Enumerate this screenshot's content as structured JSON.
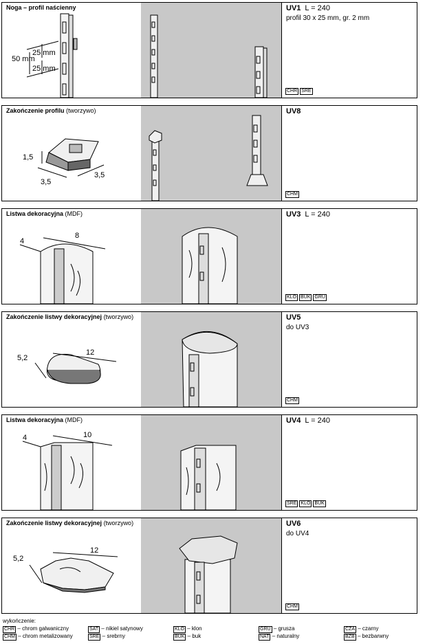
{
  "panels": [
    {
      "title_bold": "Noga – profil naścienny",
      "title_rest": "",
      "code": "UV1",
      "length": "L = 240",
      "desc": "profil 30 x 25 mm, gr. 2 mm",
      "badges": [
        "CHR",
        "SRE"
      ],
      "dims": {
        "d1": "25 mm",
        "d2": "50 mm",
        "d3": "25 mm"
      }
    },
    {
      "title_bold": "Zakończenie profilu",
      "title_rest": " (tworzywo)",
      "code": "UV8",
      "length": "",
      "desc": "",
      "badges": [
        "CHM"
      ],
      "dims": {
        "d1": "1,5",
        "d2": "3,5",
        "d3": "3,5"
      }
    },
    {
      "title_bold": "Listwa dekoracyjna",
      "title_rest": " (MDF)",
      "code": "UV3",
      "length": "L = 240",
      "desc": "",
      "badges": [
        "KLO",
        "BUK",
        "GRU"
      ],
      "dims": {
        "d1": "4",
        "d2": "8"
      }
    },
    {
      "title_bold": "Zakończenie listwy dekoracyjnej",
      "title_rest": " (tworzywo)",
      "code": "UV5",
      "length": "",
      "desc": "do UV3",
      "badges": [
        "CHM"
      ],
      "dims": {
        "d1": "5,2",
        "d2": "12"
      }
    },
    {
      "title_bold": "Listwa dekoracyjna",
      "title_rest": " (MDF)",
      "code": "UV4",
      "length": "L = 240",
      "desc": "",
      "badges": [
        "SRE",
        "KLO",
        "BUK"
      ],
      "dims": {
        "d1": "4",
        "d2": "10"
      }
    },
    {
      "title_bold": "Zakończenie listwy dekoracyjnej",
      "title_rest": " (tworzywo)",
      "code": "UV6",
      "length": "",
      "desc": "do UV4",
      "badges": [
        "CHM"
      ],
      "dims": {
        "d1": "5,2",
        "d2": "12"
      }
    }
  ],
  "legend": {
    "heading": "wykończenie:",
    "items": [
      {
        "code": "CHR",
        "label": "– chrom galwaniczny"
      },
      {
        "code": "CHM",
        "label": "– chrom metalizowany"
      },
      {
        "code": "SAT",
        "label": "– nikiel satynowy"
      },
      {
        "code": "SRE",
        "label": "– srebrny"
      },
      {
        "code": "KLO",
        "label": "– klon"
      },
      {
        "code": "BUK",
        "label": "– buk"
      },
      {
        "code": "GRU",
        "label": "– grusza"
      },
      {
        "code": "NAT",
        "label": "– naturalny"
      },
      {
        "code": "CZA",
        "label": "– czarny"
      },
      {
        "code": "BZB",
        "label": "– bezbarwny"
      }
    ]
  }
}
